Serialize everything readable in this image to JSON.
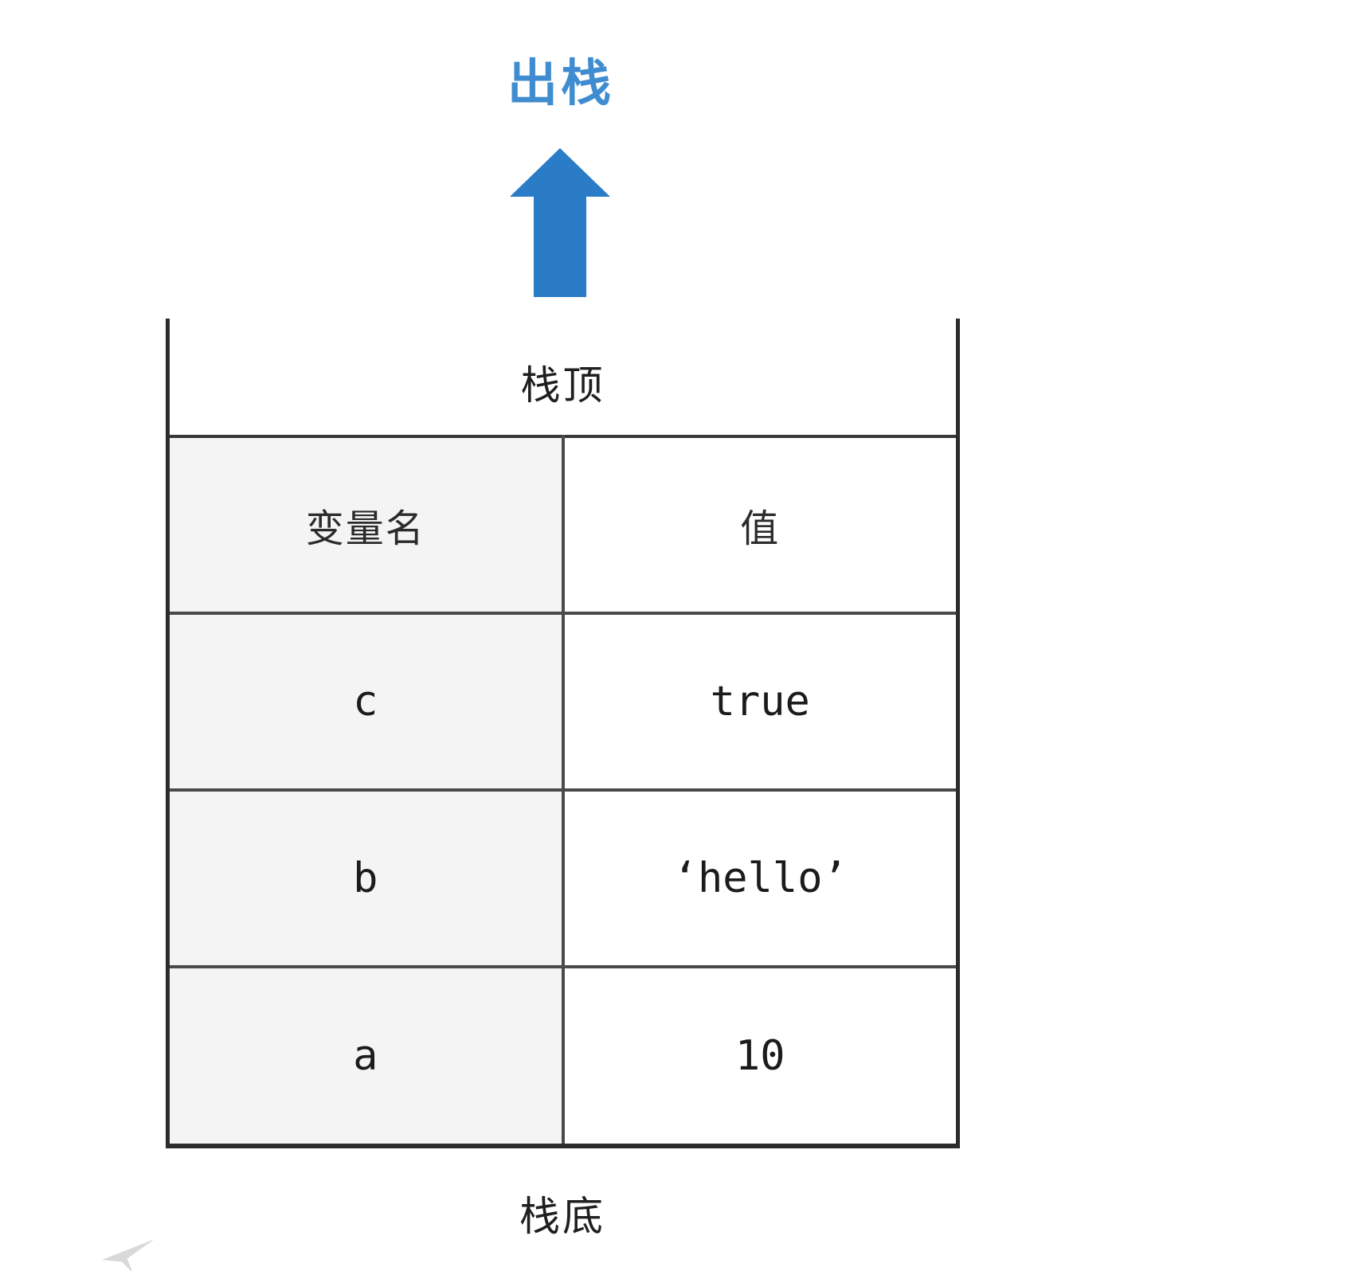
{
  "diagram": {
    "pop_label": "出栈",
    "stack_top_label": "栈顶",
    "stack_bottom_label": "栈底"
  },
  "table": {
    "headers": {
      "name": "变量名",
      "value": "值"
    },
    "rows": [
      {
        "name": "c",
        "value": "true"
      },
      {
        "name": "b",
        "value": "‘hello’"
      },
      {
        "name": "a",
        "value": "10"
      }
    ]
  },
  "icons": {
    "pop_arrow": "up-arrow-icon"
  },
  "colors": {
    "pop_label_blue": "#3F8CD0",
    "arrow_blue": "#2A7CC7",
    "wall_dark": "#2C2C2C",
    "grid_line": "#4A4A4A",
    "name_column_bg": "#F4F4F4",
    "text_dark": "#1F1F1F"
  }
}
